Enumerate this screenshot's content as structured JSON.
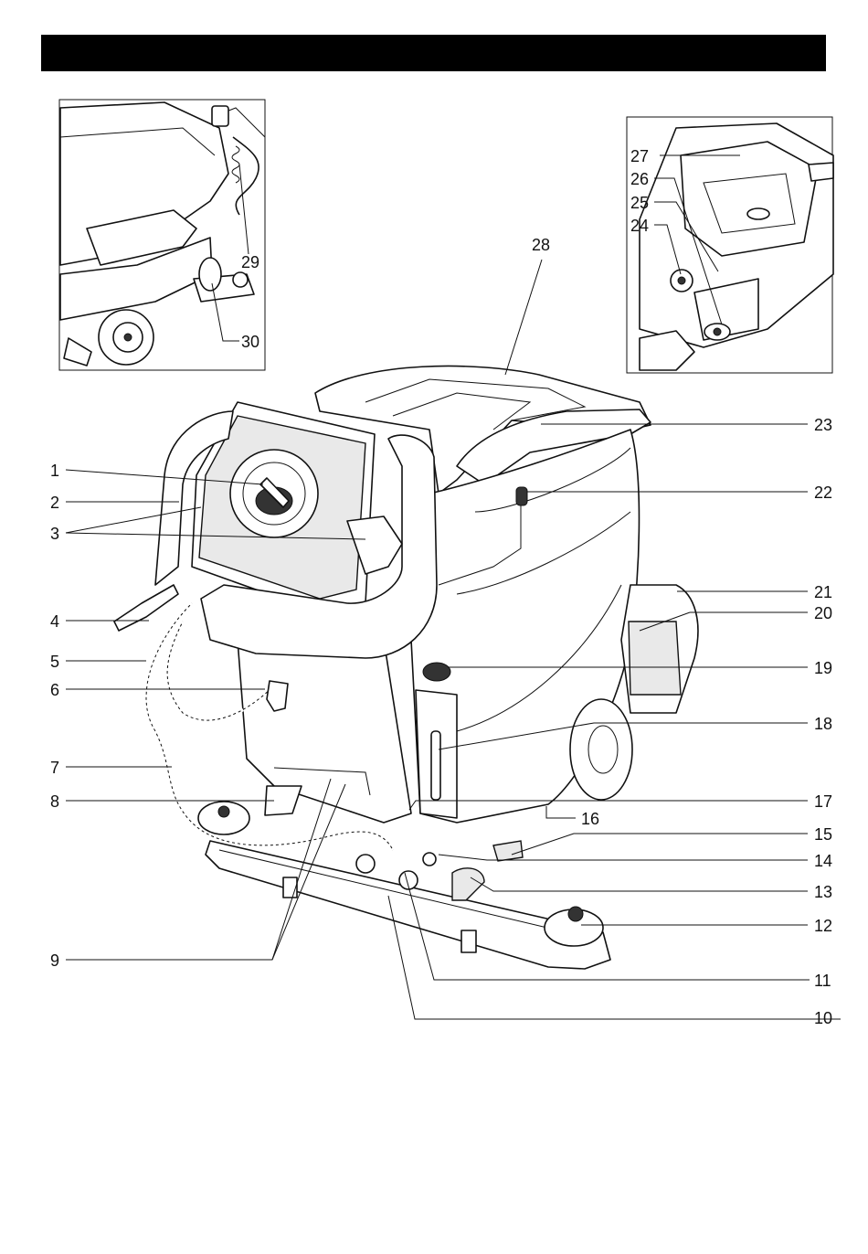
{
  "callouts": {
    "n1": "1",
    "n2": "2",
    "n3": "3",
    "n4": "4",
    "n5": "5",
    "n6": "6",
    "n7": "7",
    "n8": "8",
    "n9": "9",
    "n10": "10",
    "n11": "11",
    "n12": "12",
    "n13": "13",
    "n14": "14",
    "n15": "15",
    "n16": "16",
    "n17": "17",
    "n18": "18",
    "n19": "19",
    "n20": "20",
    "n21": "21",
    "n22": "22",
    "n23": "23",
    "n24": "24",
    "n25": "25",
    "n26": "26",
    "n27": "27",
    "n28": "28",
    "n29": "29",
    "n30": "30"
  },
  "colors": {
    "header_bar": "#000000",
    "ink": "#111111",
    "shade": "#e9e9e9"
  }
}
